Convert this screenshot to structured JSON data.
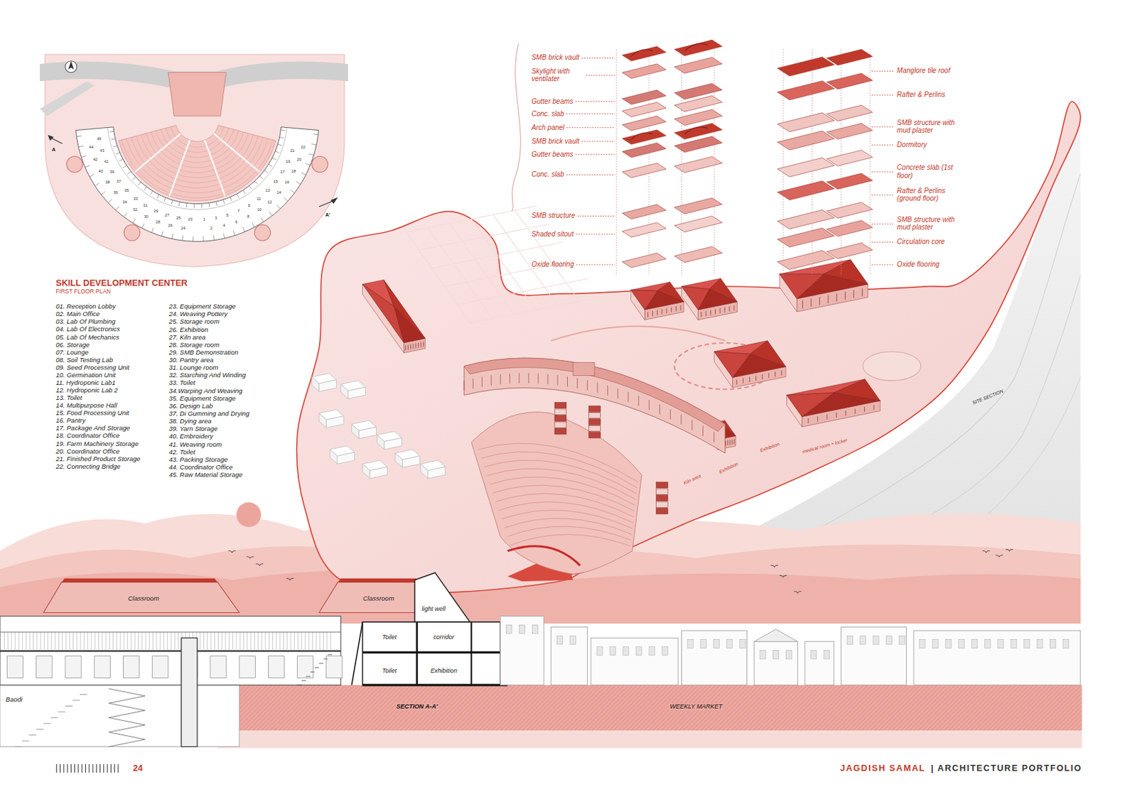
{
  "diagram": {
    "title": "SKILL DEVELOPMENT CENTER",
    "labels": [
      "FIRST FLOOR PLAN",
      "01. Reception Lobby",
      "02. Main Office",
      "03. Lab Of Plumbing",
      "04. Lab Of Electronics",
      "05. Lab Of Mechanics",
      "06. Storage",
      "07. Lounge",
      "08. Soil Testing Lab",
      "09. Seed Processing Unit",
      "10. Germination Unit",
      "11. Hydroponic Lab1",
      "12. Hydroponic Lab 2",
      "13. Toilet",
      "14. Multipurpose Hall",
      "15. Food Processing Unit",
      "16. Pantry",
      "17. Package And Storage",
      "18. Coordinator Office",
      "19. Farm Machinery Storage",
      "20. Coordinator Office",
      "21. Finished Product Storage",
      "22. Connecting Bridge",
      "23. Equipment Storage",
      "24. Weaving Pottery",
      "25. Storage room",
      "26. Exhibition",
      "27. Kiln area",
      "28. Storage room",
      "29. SMB Demonstration",
      "30. Pantry area",
      "31. Lounge room",
      "32. Starching And Winding",
      "33. Toilet",
      "34.Warping And Weaving",
      "35. Equipment Storage",
      "36. Design Lab",
      "37. Di Gumming and Drying",
      "38. Dying area",
      "39. Yarn Storage",
      "40. Embroidery",
      "41. Weaving room",
      "42. Toilet",
      "43. Packing Storage",
      "44. Coordinator Office",
      "45. Raw Material Storage",
      "SMB brick vault",
      "Skylight with ventilater",
      "Gutter beams",
      "Conc. slab",
      "Arch panel",
      "SMB brick vault",
      "Gutter beams",
      "Conc. slab",
      "SMB structure",
      "Shaded sitout",
      "Oxide flooring",
      "Manglore tile roof",
      "Rafter & Perlins",
      "SMB structure with mud plaster",
      "Dormitory",
      "Concrete slab (1st floor)",
      "Rafter & Perlins (ground floor)",
      "SMB structure with mud plaster",
      "Circulation core",
      "Oxide flooring",
      "SITE SECTION",
      "Kiln area",
      "Exhibition",
      "Exhibition",
      "medical room + locker",
      "Classroom",
      "Classroom",
      "light well",
      "Toilet",
      "corridor",
      "Toilet",
      "Exhibition",
      "Baodi",
      "SECTION A-A'",
      "WEEKLY MARKET",
      "A",
      "A'",
      "1",
      "2",
      "3",
      "4",
      "5",
      "6",
      "7",
      "8",
      "9",
      "10",
      "11",
      "12",
      "13",
      "14",
      "15",
      "16",
      "17",
      "18",
      "19",
      "20",
      "21",
      "22",
      "23",
      "24",
      "25",
      "26",
      "27",
      "28",
      "29",
      "30",
      "31",
      "32",
      "33",
      "34",
      "35",
      "36",
      "37",
      "38",
      "39",
      "40",
      "41",
      "42",
      "43",
      "44",
      "45",
      "24",
      "JAGDISH SAMAL",
      "| ARCHITECTURE PORTFOLIO"
    ]
  }
}
